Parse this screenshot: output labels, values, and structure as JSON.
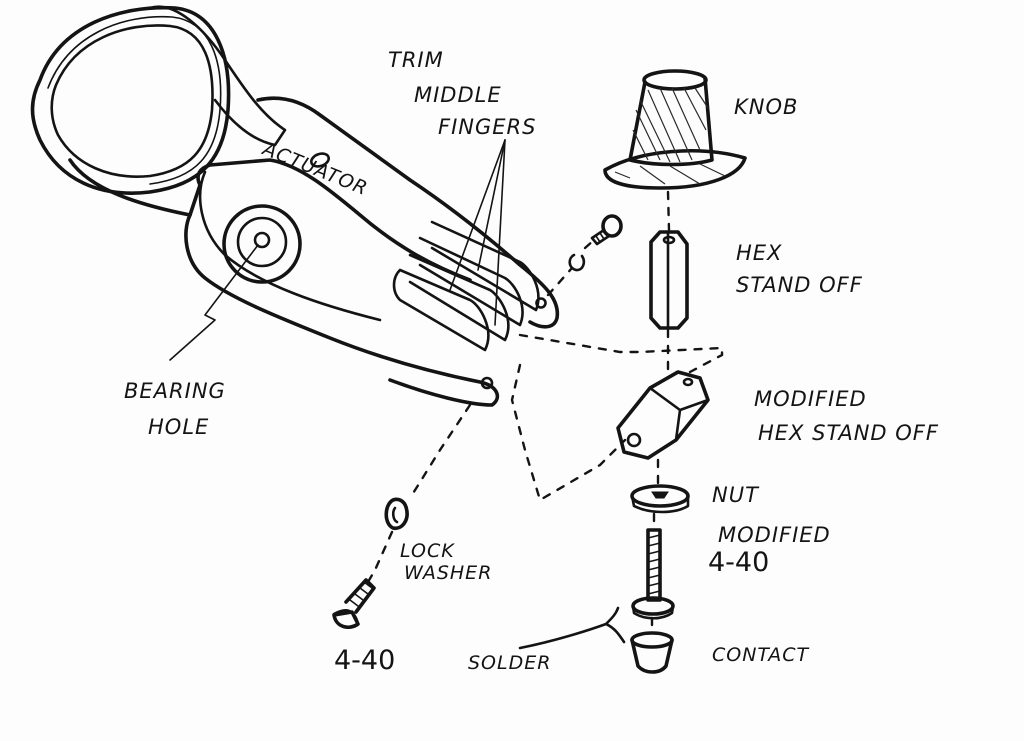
{
  "diagram": {
    "labels": {
      "trim_line_1": "TRIM",
      "trim_line_2": "MIDDLE",
      "trim_line_3": "FINGERS",
      "actuator": "ACTUATOR",
      "knob": "KNOB",
      "hex_line_1": "HEX",
      "hex_line_2": "STAND OFF",
      "bearing_line_1": "BEARING",
      "bearing_line_2": "HOLE",
      "mod_hex_line_1": "MODIFIED",
      "mod_hex_line_2": "HEX STAND OFF",
      "nut": "NUT",
      "mod_440_line_1": "MODIFIED",
      "mod_440_line_2": "4-40",
      "lock_line_1": "LOCK",
      "lock_line_2": "WASHER",
      "screw_440": "4-40",
      "solder": "SOLDER",
      "contact": "CONTACT"
    }
  }
}
